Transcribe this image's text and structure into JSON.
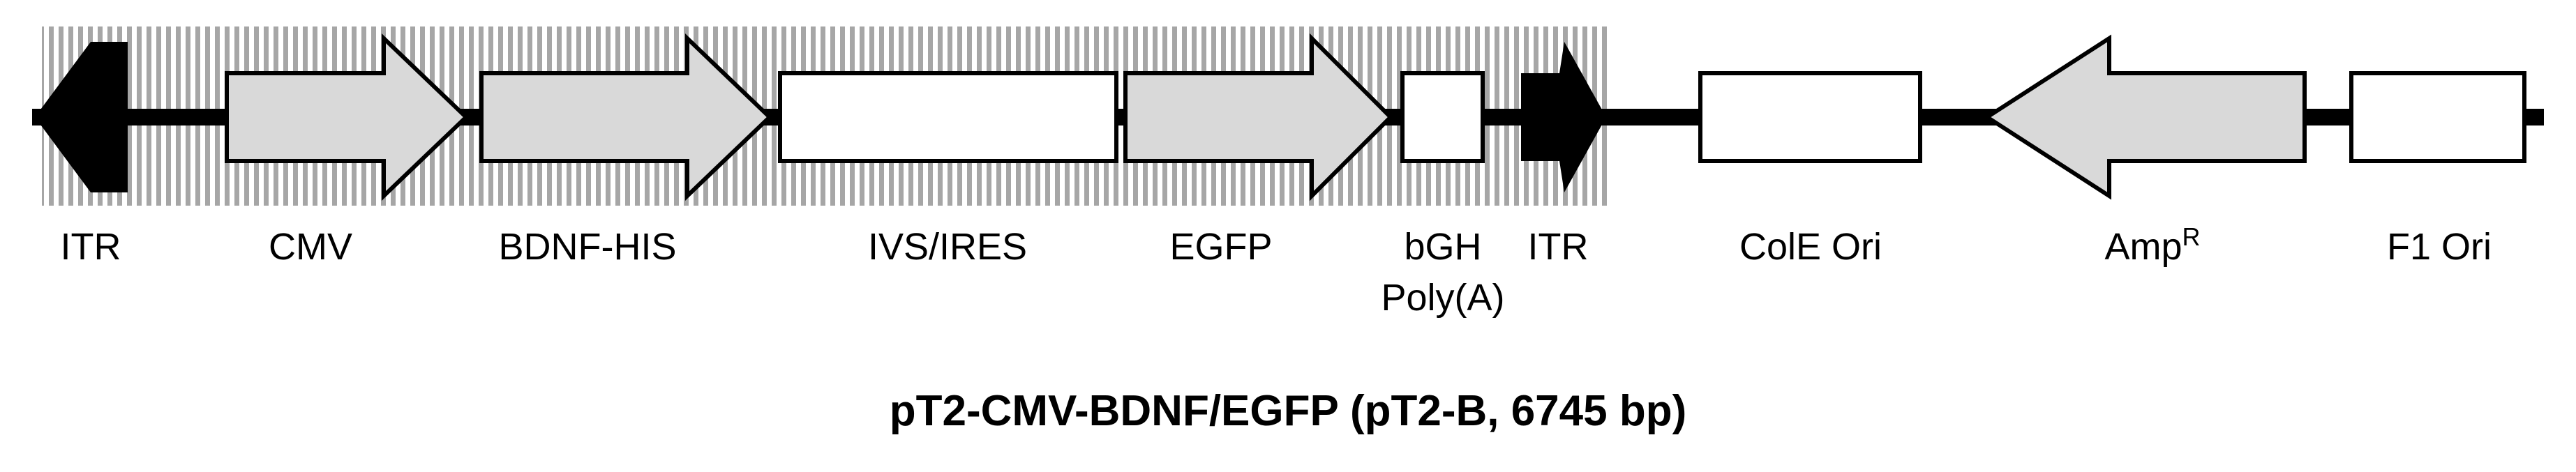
{
  "title": "pT2-CMV-BDNF/EGFP (pT2-B, 6745 bp)",
  "colors": {
    "background": "#ffffff",
    "backbone": "#000000",
    "arrow_fill": "#d9d9d9",
    "box_fill": "#ffffff",
    "itr_fill": "#000000",
    "hatch": "#a6a6a6"
  },
  "elements": [
    {
      "id": "itr-left",
      "label": "ITR",
      "shape": "itr-left",
      "direction": "left"
    },
    {
      "id": "cmv",
      "label": "CMV",
      "shape": "arrow",
      "direction": "right"
    },
    {
      "id": "bdnf-his",
      "label": "BDNF-HIS",
      "shape": "arrow",
      "direction": "right"
    },
    {
      "id": "ivs-ires",
      "label": "IVS/IRES",
      "shape": "box"
    },
    {
      "id": "egfp",
      "label": "EGFP",
      "shape": "arrow",
      "direction": "right"
    },
    {
      "id": "bgh-polya",
      "label": "bGH",
      "label2": "Poly(A)",
      "shape": "box"
    },
    {
      "id": "itr-right",
      "label": "ITR",
      "shape": "itr-right",
      "direction": "right"
    },
    {
      "id": "cole-ori",
      "label": "ColE Ori",
      "shape": "box"
    },
    {
      "id": "ampr",
      "label": "Amp",
      "superscript": "R",
      "shape": "arrow",
      "direction": "left"
    },
    {
      "id": "f1-ori",
      "label": "F1 Ori",
      "shape": "box"
    }
  ]
}
